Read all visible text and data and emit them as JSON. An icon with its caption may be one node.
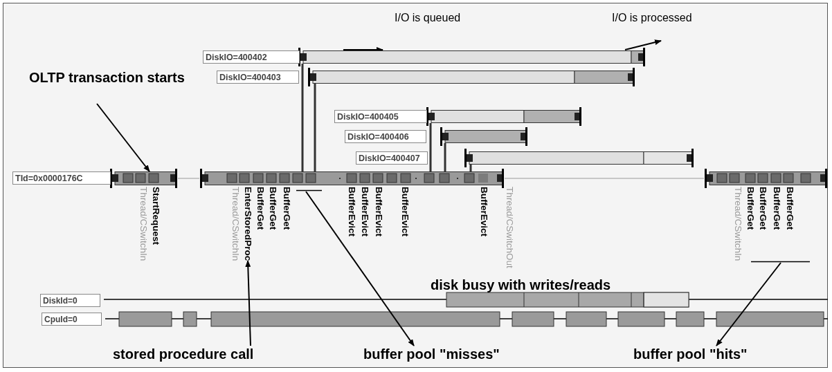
{
  "diagram": {
    "nodes": [
      {
        "text": [
          "OLTP transaction starts"
        ]
      },
      {
        "text": [
          "I/O is queued"
        ]
      },
      {
        "text": [
          "I/O is processed"
        ]
      },
      {
        "text": [],
        "shape": "bar"
      },
      {
        "text": [],
        "shape": "bar"
      },
      {
        "text": [],
        "shape": "bar"
      },
      {
        "text": [],
        "shape": "bar"
      },
      {
        "text": [],
        "shape": "bar"
      },
      {
        "text": [
          "TId=0x0000176C"
        ],
        "beside": [
          "Thread/CSwitchIn",
          "StartRequest"
        ]
      },
      {
        "text": [],
        "shape": "bar",
        "beside": [
          "Thread/CSwitchIn",
          "BufferGet",
          "BufferGet",
          "BufferGet",
          "BufferEvict",
          "BufferEvict",
          "BufferEvict",
          "BufferEvict",
          "BufferEvict",
          "Thread/CSwitchOut"
        ]
      },
      {
        "text": [],
        "shape": "bar",
        "beside": [
          "Thread/CSwitchIn",
          "BufferGet",
          "BufferGet",
          "BufferGet",
          "BufferGet"
        ]
      },
      {
        "text": [
          "EnterStoredProc"
        ]
      },
      {
        "text": [
          "stored procedure call"
        ]
      },
      {
        "text": [
          "buffer pool \"misses\""
        ]
      },
      {
        "text": [
          "buffer pool \"hits\""
        ]
      },
      {
        "text": [],
        "shape": "line"
      },
      {
        "text": [],
        "shape": "line"
      },
      {
        "text": [
          "DiskIO=400402"
        ]
      },
      {
        "text": [
          "DiskIO=400403"
        ]
      },
      {
        "text": [
          "DiskIO=400405"
        ]
      },
      {
        "text": [
          "DiskIO=400406"
        ]
      },
      {
        "text": [
          "DiskIO=400407"
        ]
      },
      {
        "text": [
          "DiskId=0"
        ]
      },
      {
        "text": [
          "CpuId=0"
        ]
      }
    ],
    "edges": [
      {
        "from": 0,
        "to": 8,
        "arrow": "to"
      },
      {
        "from": 3,
        "to": 1,
        "arrow": "to"
      },
      {
        "from": 3,
        "to": 2,
        "arrow": "to"
      },
      {
        "from": 3,
        "to": 9,
        "arrow": "none"
      },
      {
        "from": 4,
        "to": 9,
        "arrow": "none"
      },
      {
        "from": 5,
        "to": 9,
        "arrow": "none"
      },
      {
        "from": 6,
        "to": 9,
        "arrow": "none"
      },
      {
        "from": 7,
        "to": 9,
        "arrow": "none"
      },
      {
        "from": 12,
        "to": 11,
        "arrow": "to"
      },
      {
        "from": 15,
        "to": 13,
        "arrow": "to"
      },
      {
        "from": 16,
        "to": 14,
        "arrow": "to"
      },
      {
        "from": 8,
        "to": 9,
        "arrow": "none",
        "color": "#999999"
      },
      {
        "from": 9,
        "to": 10,
        "arrow": "none",
        "color": "#999999"
      }
    ],
    "labels": [
      "disk busy with writes/reads"
    ]
  }
}
